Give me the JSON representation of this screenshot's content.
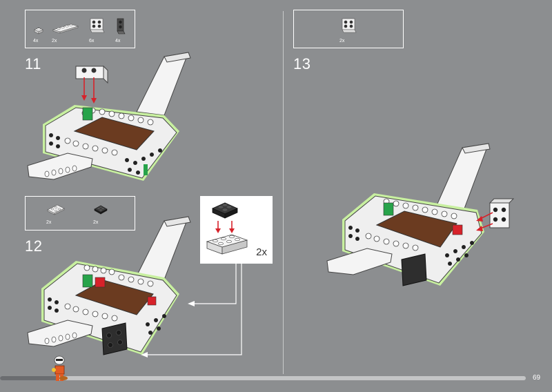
{
  "page": {
    "number": "69"
  },
  "progress": {
    "fraction": 0.11
  },
  "steps": [
    {
      "number": "11",
      "parts": [
        {
          "qty": "4x",
          "part": "white-plate-1x1"
        },
        {
          "qty": "2x",
          "part": "white-plate-1x4"
        },
        {
          "qty": "6x",
          "part": "white-bracket-2x2"
        },
        {
          "qty": "4x",
          "part": "dark-bracket-1x2"
        }
      ]
    },
    {
      "number": "12",
      "parts": [
        {
          "qty": "2x",
          "part": "white-plate-2x3"
        },
        {
          "qty": "2x",
          "part": "black-plate-2x2"
        }
      ],
      "callout": {
        "qty": "2x"
      }
    },
    {
      "number": "13",
      "parts": [
        {
          "qty": "2x",
          "part": "white-bracket-2x2"
        }
      ]
    }
  ],
  "colors": {
    "background": "#8c8e90",
    "arrow_red": "#d7222a",
    "highlight_green": "#c8f0a0",
    "base_brown": "#6b3b20"
  }
}
